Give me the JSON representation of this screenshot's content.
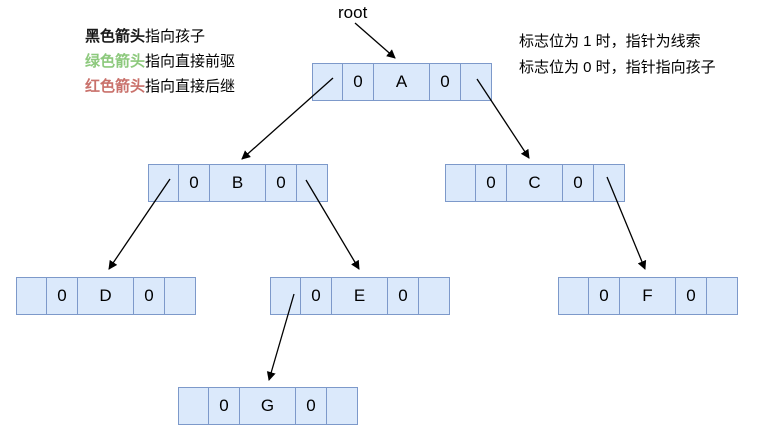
{
  "root_label": "root",
  "legend": {
    "items": [
      {
        "term": "黑色箭头",
        "desc": "指向孩子",
        "term_color": "#1a1a1a"
      },
      {
        "term": "绿色箭头",
        "desc": "指向直接前驱",
        "term_color": "#8dc97d"
      },
      {
        "term": "红色箭头",
        "desc": "指向直接后继",
        "term_color": "#c9716b"
      }
    ]
  },
  "note": {
    "lines": [
      "标志位为 1 时，指针为线索",
      "标志位为 0 时，指针指向孩子"
    ]
  },
  "tree": {
    "nodes": [
      {
        "id": "A",
        "cells": [
          "",
          "0",
          "A",
          "0",
          ""
        ]
      },
      {
        "id": "B",
        "cells": [
          "",
          "0",
          "B",
          "0",
          ""
        ]
      },
      {
        "id": "C",
        "cells": [
          "",
          "0",
          "C",
          "0",
          ""
        ]
      },
      {
        "id": "D",
        "cells": [
          "",
          "0",
          "D",
          "0",
          ""
        ]
      },
      {
        "id": "E",
        "cells": [
          "",
          "0",
          "E",
          "0",
          ""
        ]
      },
      {
        "id": "F",
        "cells": [
          "",
          "0",
          "F",
          "0",
          ""
        ]
      },
      {
        "id": "G",
        "cells": [
          "",
          "0",
          "G",
          "0",
          ""
        ]
      }
    ],
    "edges": [
      {
        "from": "root",
        "to": "A",
        "type": "child-pointer"
      },
      {
        "from": "A",
        "to": "B",
        "side": "left",
        "type": "child-pointer"
      },
      {
        "from": "A",
        "to": "C",
        "side": "right",
        "type": "child-pointer"
      },
      {
        "from": "B",
        "to": "D",
        "side": "left",
        "type": "child-pointer"
      },
      {
        "from": "B",
        "to": "E",
        "side": "right",
        "type": "child-pointer"
      },
      {
        "from": "C",
        "to": "F",
        "side": "right",
        "type": "child-pointer"
      },
      {
        "from": "E",
        "to": "G",
        "side": "left",
        "type": "child-pointer"
      }
    ]
  },
  "colors": {
    "node_fill": "#dbe9fb",
    "node_border": "#7d99ca",
    "child_arrow": "#000000",
    "predecessor_arrow": "#8dc97d",
    "successor_arrow": "#c9716b"
  }
}
